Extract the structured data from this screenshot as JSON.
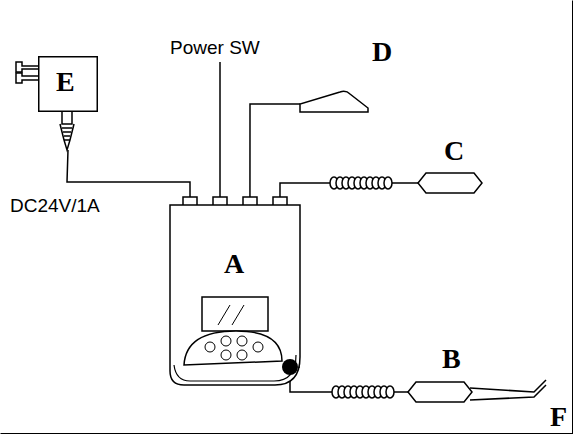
{
  "diagram": {
    "nodes": [
      {
        "text": [
          "E"
        ]
      },
      {
        "text": [
          "A"
        ]
      },
      {
        "text": [
          "D"
        ]
      },
      {
        "text": [
          "C"
        ]
      },
      {
        "text": [
          "B"
        ]
      }
    ],
    "edges": [
      {
        "from": 0,
        "to": 1,
        "arrow": "none"
      },
      {
        "from": 1,
        "to": 2,
        "arrow": "none"
      },
      {
        "from": 1,
        "to": 3,
        "arrow": "none"
      },
      {
        "from": 1,
        "to": 4,
        "arrow": "none"
      }
    ],
    "labels": [
      "Power SW",
      "DC24V/1A",
      "F"
    ]
  }
}
